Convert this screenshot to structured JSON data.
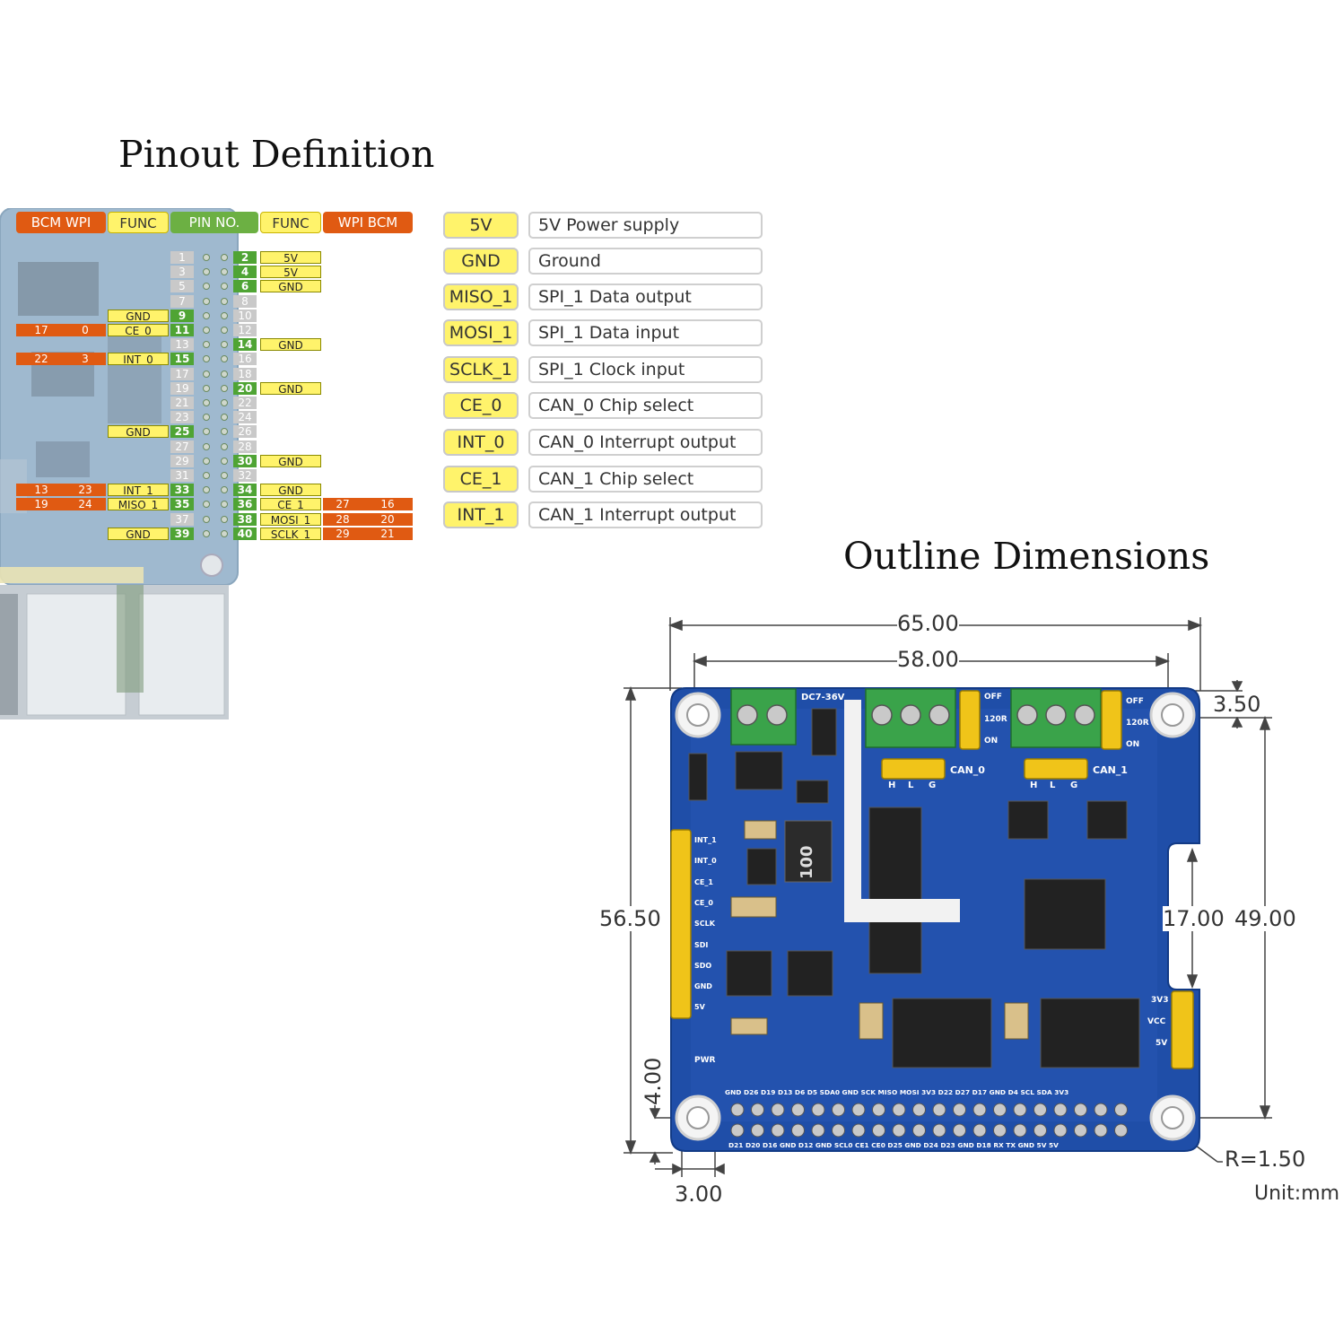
{
  "pinout": {
    "title": "Pinout Definition",
    "headers": [
      "BCM",
      "WPI",
      "FUNC",
      "PIN NO.",
      "FUNC",
      "WPI",
      "BCM"
    ],
    "rows": [
      {
        "odd": "1",
        "even": "2",
        "lfunc": "",
        "rfunc": "5V",
        "lbcm": "",
        "lwpi": "",
        "rwpi": "",
        "rbcm": "",
        "oddActive": false,
        "evenActive": true
      },
      {
        "odd": "3",
        "even": "4",
        "lfunc": "",
        "rfunc": "5V",
        "lbcm": "",
        "lwpi": "",
        "rwpi": "",
        "rbcm": "",
        "oddActive": false,
        "evenActive": true
      },
      {
        "odd": "5",
        "even": "6",
        "lfunc": "",
        "rfunc": "GND",
        "lbcm": "",
        "lwpi": "",
        "rwpi": "",
        "rbcm": "",
        "oddActive": false,
        "evenActive": true
      },
      {
        "odd": "7",
        "even": "8",
        "lfunc": "",
        "rfunc": "",
        "lbcm": "",
        "lwpi": "",
        "rwpi": "",
        "rbcm": "",
        "oddActive": false,
        "evenActive": false
      },
      {
        "odd": "9",
        "even": "10",
        "lfunc": "GND",
        "rfunc": "",
        "lbcm": "",
        "lwpi": "",
        "rwpi": "",
        "rbcm": "",
        "oddActive": true,
        "evenActive": false
      },
      {
        "odd": "11",
        "even": "12",
        "lfunc": "CE_0",
        "rfunc": "",
        "lbcm": "17",
        "lwpi": "0",
        "rwpi": "",
        "rbcm": "",
        "oddActive": true,
        "evenActive": false
      },
      {
        "odd": "13",
        "even": "14",
        "lfunc": "",
        "rfunc": "GND",
        "lbcm": "",
        "lwpi": "",
        "rwpi": "",
        "rbcm": "",
        "oddActive": false,
        "evenActive": true
      },
      {
        "odd": "15",
        "even": "16",
        "lfunc": "INT_0",
        "rfunc": "",
        "lbcm": "22",
        "lwpi": "3",
        "rwpi": "",
        "rbcm": "",
        "oddActive": true,
        "evenActive": false
      },
      {
        "odd": "17",
        "even": "18",
        "lfunc": "",
        "rfunc": "",
        "lbcm": "",
        "lwpi": "",
        "rwpi": "",
        "rbcm": "",
        "oddActive": false,
        "evenActive": false
      },
      {
        "odd": "19",
        "even": "20",
        "lfunc": "",
        "rfunc": "GND",
        "lbcm": "",
        "lwpi": "",
        "rwpi": "",
        "rbcm": "",
        "oddActive": false,
        "evenActive": true
      },
      {
        "odd": "21",
        "even": "22",
        "lfunc": "",
        "rfunc": "",
        "lbcm": "",
        "lwpi": "",
        "rwpi": "",
        "rbcm": "",
        "oddActive": false,
        "evenActive": false
      },
      {
        "odd": "23",
        "even": "24",
        "lfunc": "",
        "rfunc": "",
        "lbcm": "",
        "lwpi": "",
        "rwpi": "",
        "rbcm": "",
        "oddActive": false,
        "evenActive": false
      },
      {
        "odd": "25",
        "even": "26",
        "lfunc": "GND",
        "rfunc": "",
        "lbcm": "",
        "lwpi": "",
        "rwpi": "",
        "rbcm": "",
        "oddActive": true,
        "evenActive": false
      },
      {
        "odd": "27",
        "even": "28",
        "lfunc": "",
        "rfunc": "",
        "lbcm": "",
        "lwpi": "",
        "rwpi": "",
        "rbcm": "",
        "oddActive": false,
        "evenActive": false
      },
      {
        "odd": "29",
        "even": "30",
        "lfunc": "",
        "rfunc": "GND",
        "lbcm": "",
        "lwpi": "",
        "rwpi": "",
        "rbcm": "",
        "oddActive": false,
        "evenActive": true
      },
      {
        "odd": "31",
        "even": "32",
        "lfunc": "",
        "rfunc": "",
        "lbcm": "",
        "lwpi": "",
        "rwpi": "",
        "rbcm": "",
        "oddActive": false,
        "evenActive": false
      },
      {
        "odd": "33",
        "even": "34",
        "lfunc": "INT_1",
        "rfunc": "GND",
        "lbcm": "13",
        "lwpi": "23",
        "rwpi": "",
        "rbcm": "",
        "oddActive": true,
        "evenActive": true
      },
      {
        "odd": "35",
        "even": "36",
        "lfunc": "MISO_1",
        "rfunc": "CE_1",
        "lbcm": "19",
        "lwpi": "24",
        "rwpi": "27",
        "rbcm": "16",
        "oddActive": true,
        "evenActive": true
      },
      {
        "odd": "37",
        "even": "38",
        "lfunc": "",
        "rfunc": "MOSI_1",
        "lbcm": "",
        "lwpi": "",
        "rwpi": "28",
        "rbcm": "20",
        "oddActive": false,
        "evenActive": true
      },
      {
        "odd": "39",
        "even": "40",
        "lfunc": "GND",
        "rfunc": "SCLK_1",
        "lbcm": "",
        "lwpi": "",
        "rwpi": "29",
        "rbcm": "21",
        "oddActive": true,
        "evenActive": true
      }
    ]
  },
  "legend": [
    {
      "key": "5V",
      "desc": "5V Power supply"
    },
    {
      "key": "GND",
      "desc": "Ground"
    },
    {
      "key": "MISO_1",
      "desc": "SPI_1 Data output"
    },
    {
      "key": "MOSI_1",
      "desc": "SPI_1 Data input"
    },
    {
      "key": "SCLK_1",
      "desc": "SPI_1 Clock input"
    },
    {
      "key": "CE_0",
      "desc": "CAN_0 Chip select"
    },
    {
      "key": "INT_0",
      "desc": "CAN_0 Interrupt output"
    },
    {
      "key": "CE_1",
      "desc": "CAN_1 Chip select"
    },
    {
      "key": "INT_1",
      "desc": "CAN_1 Interrupt output"
    }
  ],
  "outline": {
    "title": "Outline Dimensions",
    "dims": {
      "width_total": "65.00",
      "hole_spacing_x": "58.00",
      "edge_offset_y": "3.50",
      "height_total": "56.50",
      "notch_height": "17.00",
      "hole_spacing_y": "49.00",
      "hole_offset_bottom": "4.00",
      "hole_offset_left": "3.00",
      "hole_radius": "R=1.50"
    },
    "unit": "Unit:mm",
    "board_labels": {
      "power": "DC7-36V",
      "can0": "CAN_0",
      "can1": "CAN_1",
      "h": "H",
      "l": "L",
      "g": "G",
      "off": "OFF",
      "r120": "120R",
      "on": "ON",
      "v3v3": "3V3",
      "vcc": "VCC",
      "v5": "5V",
      "pwr": "PWR",
      "chip_inductor": "100",
      "side_pins": [
        "INT_1",
        "INT_0",
        "CE_1",
        "CE_0",
        "SCLK",
        "SDI",
        "SDO",
        "GND",
        "5V"
      ],
      "top_header": "GND D26 D19 D13 D6 D5 SDA0 GND SCK MISO MOSI 3V3 D22 D27 D17 GND D4 SCL SDA 3V3",
      "bottom_header": "D21 D20 D16 GND D12 GND SCL0 CE1 CE0 D25 GND D24 D23 GND D18 RX TX GND 5V 5V"
    }
  }
}
